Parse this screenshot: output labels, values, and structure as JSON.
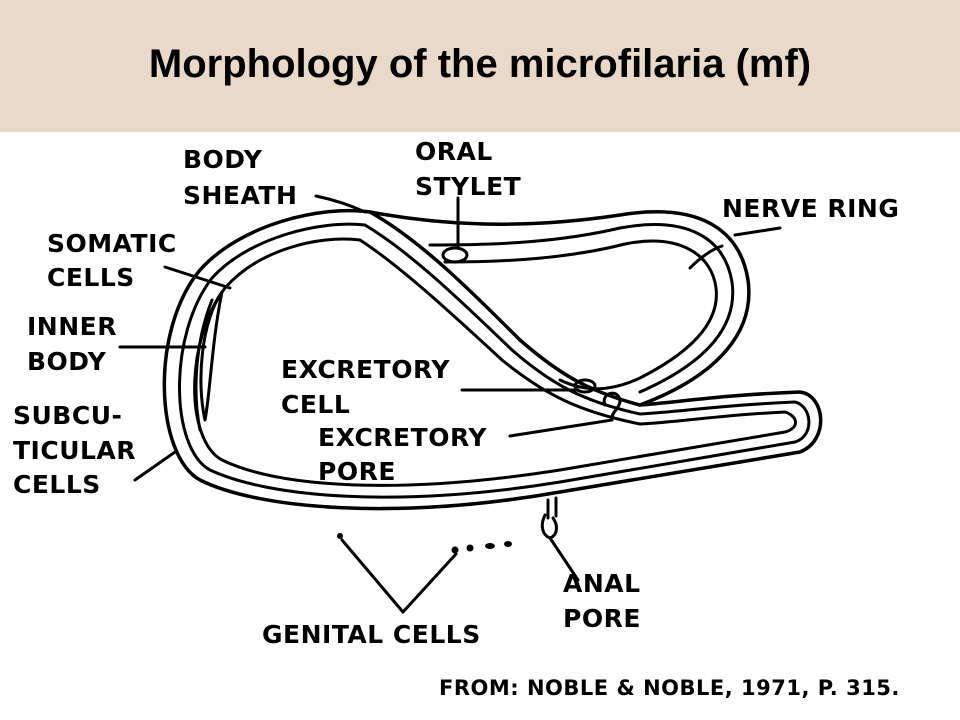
{
  "title": "Morphology of the microfilaria (mf)",
  "labels": {
    "body_sheath": [
      "BODY",
      "SHEATH"
    ],
    "oral_stylet": [
      "ORAL",
      "STYLET"
    ],
    "nerve_ring": "NERVE RING",
    "somatic_cells": [
      "SOMATIC",
      "CELLS"
    ],
    "inner_body": [
      "INNER",
      "BODY"
    ],
    "excretory_cell": [
      "EXCRETORY",
      "CELL"
    ],
    "excretory_pore": [
      "EXCRETORY",
      "PORE"
    ],
    "subcuticular_cells": [
      "SUBCU-",
      "TICULAR",
      "CELLS"
    ],
    "anal_pore": [
      "ANAL",
      "PORE"
    ],
    "genital_cells": "GENITAL CELLS"
  },
  "citation": "FROM: NOBLE & NOBLE, 1971, P. 315."
}
